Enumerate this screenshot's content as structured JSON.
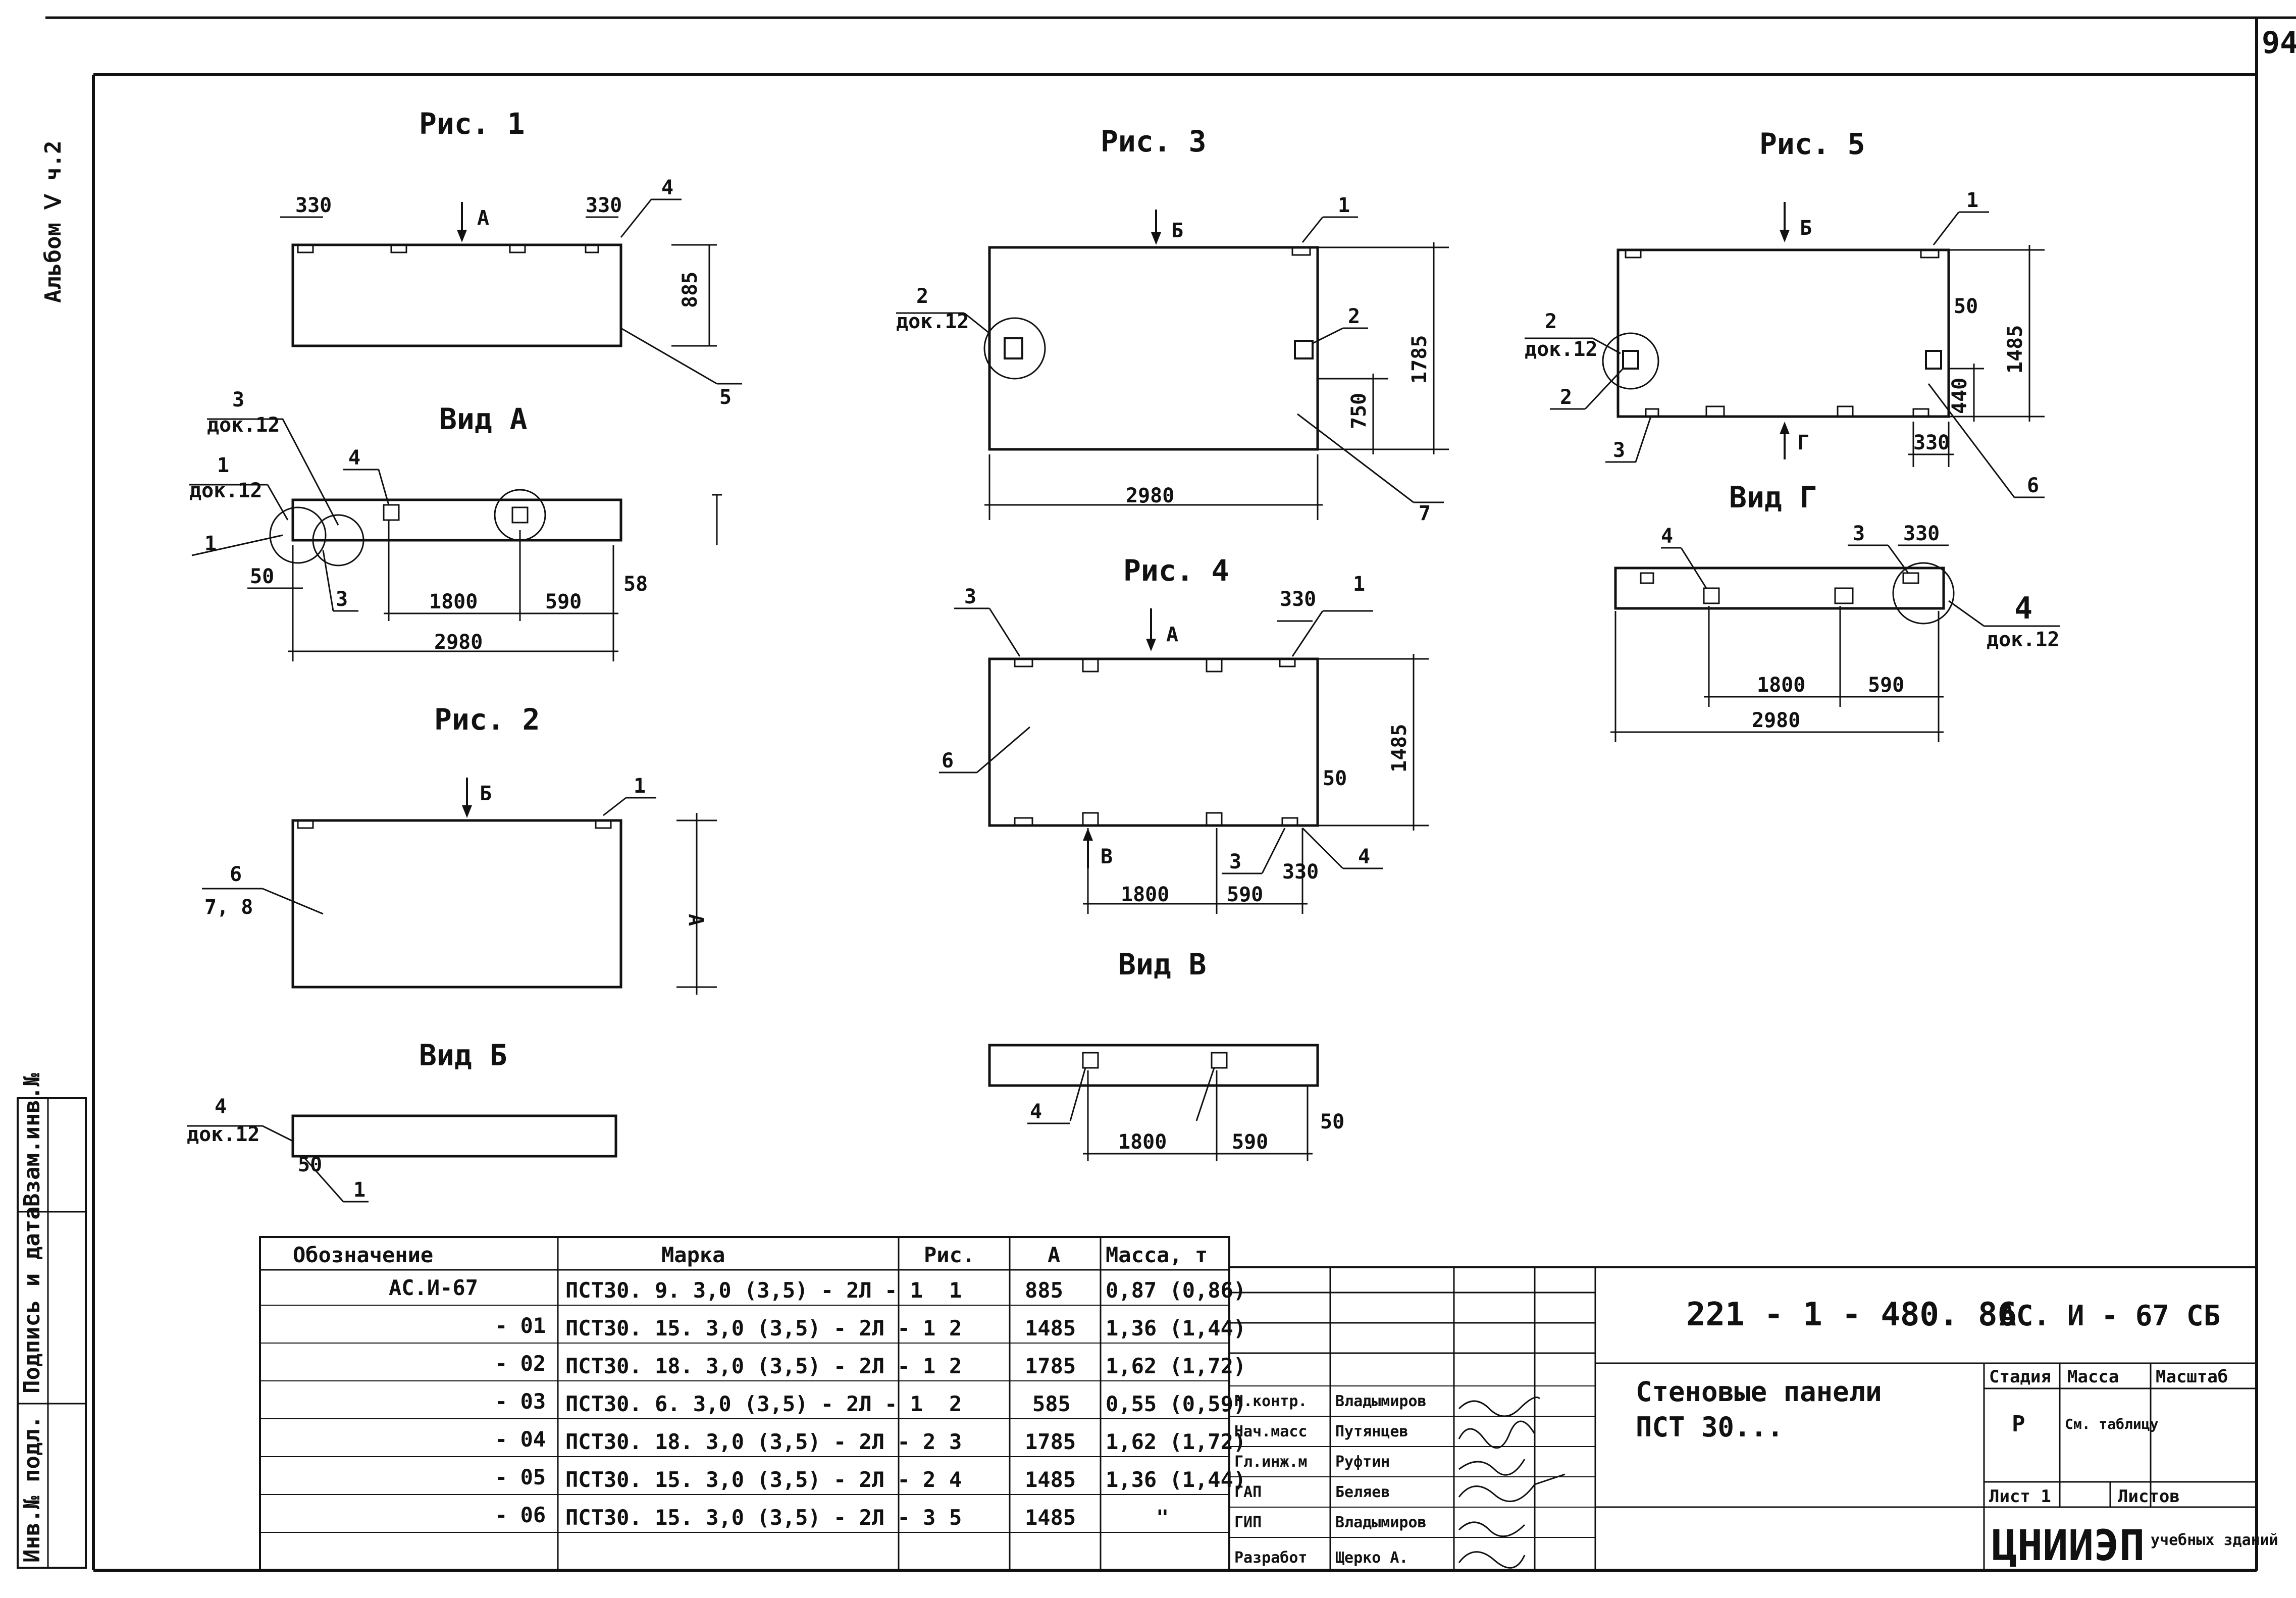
{
  "page_number": "94",
  "album": "Альбом Ⅴ ч.2",
  "side_stamp": [
    "Инв.№ подл.",
    "Подпись и дата",
    "Взам.инв.№"
  ],
  "figures": {
    "fig1": {
      "title": "Рис. 1",
      "dims": {
        "left": "330",
        "right": "330",
        "height": "885"
      },
      "arrow": "А",
      "callouts": [
        "4",
        "5"
      ]
    },
    "view_a": {
      "title": "Вид А",
      "callouts": {
        "c3": "3",
        "c3_ref": "док.12",
        "c1": "1",
        "c1_ref": "док.12",
        "c1b": "1",
        "c4": "4",
        "c3b": "3"
      },
      "dims": {
        "d50": "50",
        "d1800": "1800",
        "d590": "590",
        "d58": "58",
        "d2980": "2980"
      }
    },
    "fig2": {
      "title": "Рис. 2",
      "arrow": "Б",
      "callout": "1",
      "label_top": "6",
      "label_bottom": "7, 8",
      "dim": "А"
    },
    "view_b": {
      "title": "Вид Б",
      "c4": "4",
      "c4_ref": "док.12",
      "d50": "50",
      "c1": "1"
    },
    "fig3": {
      "title": "Рис. 3",
      "arrow": "Б",
      "c1": "1",
      "c2_left": "2",
      "c2_left_ref": "док.12",
      "c2_right": "2",
      "d750": "750",
      "d1785": "1785",
      "d2980": "2980",
      "c7": "7"
    },
    "fig4": {
      "title": "Рис. 4",
      "arrow_top": "А",
      "arrow_bottom": "В",
      "c3_top": "3",
      "d330_top": "330",
      "c1": "1",
      "c6": "6",
      "d1485": "1485",
      "d50": "50",
      "c3_bottom": "3",
      "c4": "4",
      "d330_bottom": "330",
      "d1800": "1800",
      "d590": "590"
    },
    "view_v": {
      "title": "Вид В",
      "c4": "4",
      "d1800": "1800",
      "d590": "590",
      "d50": "50"
    },
    "fig5": {
      "title": "Рис. 5",
      "arrow_top": "Б",
      "arrow_bottom": "Г",
      "c1": "1",
      "c2": "2",
      "c2_ref": "док.12",
      "c2b": "2",
      "c3": "3",
      "d50": "50",
      "d1485": "1485",
      "d440": "440",
      "d330": "330",
      "c6": "6"
    },
    "view_g": {
      "title": "Вид Г",
      "c4": "4",
      "c3": "3",
      "d330": "330",
      "c4_right": "4",
      "c4_right_ref": "док.12",
      "d1800": "1800",
      "d590": "590",
      "d2980": "2980"
    }
  },
  "spec_table": {
    "headers": [
      "Обозначение",
      "Марка",
      "Рис.",
      "А",
      "Масса, т"
    ],
    "rows": [
      [
        "АС.И-67",
        "ПСТ30. 9. 3,0 (3,5) - 2Л - 1",
        "1",
        "885",
        "0,87 (0,86)"
      ],
      [
        "- 01",
        "ПСТ30. 15. 3,0 (3,5) - 2Л - 1",
        "2",
        "1485",
        "1,36 (1,44)"
      ],
      [
        "- 02",
        "ПСТ30. 18. 3,0 (3,5) - 2Л - 1",
        "2",
        "1785",
        "1,62 (1,72)"
      ],
      [
        "- 03",
        "ПСТ30. 6. 3,0 (3,5) - 2Л - 1",
        "2",
        "585",
        "0,55 (0,59)"
      ],
      [
        "- 04",
        "ПСТ30. 18. 3,0 (3,5) - 2Л - 2",
        "3",
        "1785",
        "1,62 (1,72)"
      ],
      [
        "- 05",
        "ПСТ30. 15. 3,0 (3,5) - 2Л - 2",
        "4",
        "1485",
        "1,36 (1,44)"
      ],
      [
        "- 06",
        "ПСТ30. 15. 3,0 (3,5) - 2Л - 3",
        "5",
        "1485",
        "\""
      ]
    ]
  },
  "title_block": {
    "doc_code": "221 - 1 - 480. 86",
    "sheet_code": "АС. И - 67 СБ",
    "title_line1": "Стеновые панели",
    "title_line2": "ПСТ 30...",
    "stage_label": "Стадия",
    "mass_label": "Масса",
    "scale_label": "Масштаб",
    "stage": "Р",
    "mass": "См. таблицу",
    "sheet_label": "Лист 1",
    "sheets_label": "Листов",
    "org": "ЦНИИЭП",
    "org_sub": "учебных зданий",
    "signatures": [
      {
        "role": "Н.контр.",
        "name": "Владымиров"
      },
      {
        "role": "Нач.масс",
        "name": "Путянцев"
      },
      {
        "role": "Гл.инж.м",
        "name": "Руфтин"
      },
      {
        "role": "ГАП",
        "name": "Беляев"
      },
      {
        "role": "ГИП",
        "name": "Владымиров"
      },
      {
        "role": "Разработ",
        "name": "Щерко А."
      }
    ]
  }
}
